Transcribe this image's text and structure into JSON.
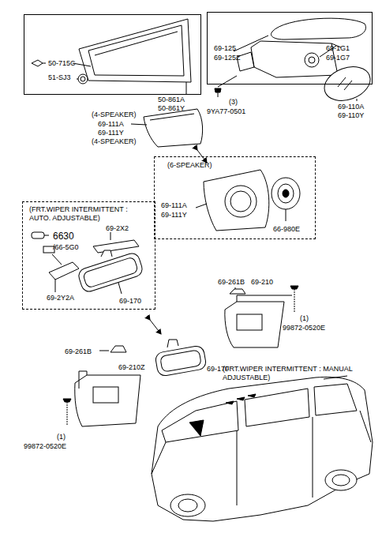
{
  "diagram": {
    "nodes": [
      {
        "text": [
          "50-715C",
          "51-SJ3"
        ]
      },
      {
        "text": [
          "69-125",
          "69-125Z",
          "69-1G1",
          "69-1G7"
        ]
      },
      {
        "text": [
          "(6-SPEAKER)",
          "69-111A",
          "69-111Y",
          "66-980E"
        ]
      },
      {
        "text": [
          "(FRT.WIPER INTERMITTENT : AUTO. ADJUSTABLE)",
          "6630",
          "/66-5G0",
          "69-2X2",
          "69-2Y2A",
          "69-170"
        ]
      }
    ],
    "labels": [
      "50-861A",
      "50-861Y",
      "(4-SPEAKER)",
      "69-111A",
      "69-111Y",
      "(4-SPEAKER)",
      "(3)",
      "9YA77-0501",
      "69-110A",
      "69-110Y",
      "69-261B",
      "69-210",
      "(1)",
      "99872-0520E",
      "69-261B",
      "69-210Z",
      "69-170",
      "(FRT.WIPER INTERMITTENT : MANUAL ADJUSTABLE)",
      "(1)",
      "99872-0520E"
    ]
  }
}
